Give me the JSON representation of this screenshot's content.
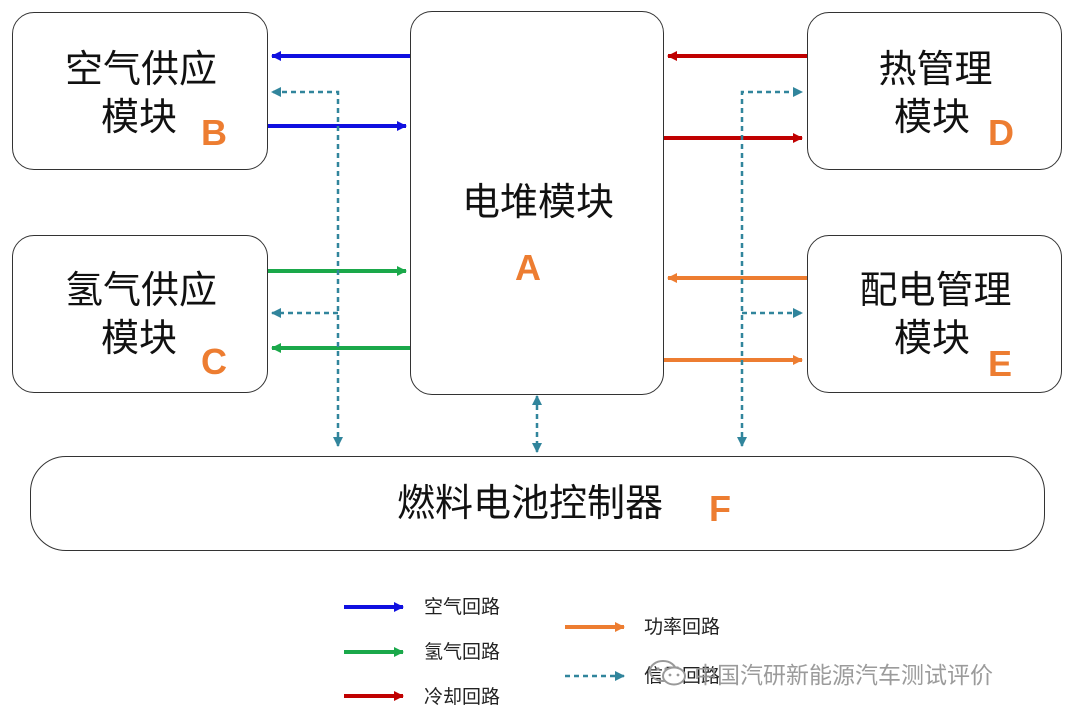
{
  "modules": {
    "air": {
      "line1": "空气供应",
      "line2": "模块",
      "letter": "B"
    },
    "hydrogen": {
      "line1": "氢气供应",
      "line2": "模块",
      "letter": "C"
    },
    "stack": {
      "line1": "电堆模块",
      "letter": "A"
    },
    "thermal": {
      "line1": "热管理",
      "line2": "模块",
      "letter": "D"
    },
    "power": {
      "line1": "配电管理",
      "line2": "模块",
      "letter": "E"
    },
    "controller": {
      "line1": "燃料电池控制器",
      "letter": "F"
    }
  },
  "legend": {
    "air_loop": "空气回路",
    "hydrogen_loop": "氢气回路",
    "cooling_loop": "冷却回路",
    "power_loop": "功率回路",
    "signal_loop": "信号回路"
  },
  "colors": {
    "air": "#1010e0",
    "hydrogen": "#1aa84a",
    "cooling": "#c00000",
    "power": "#ed7d31",
    "signal": "#31859c",
    "letter": "#ed7d31"
  },
  "watermark": {
    "text": "中国汽研新能源汽车测试评价",
    "icon": "wechat-icon"
  }
}
